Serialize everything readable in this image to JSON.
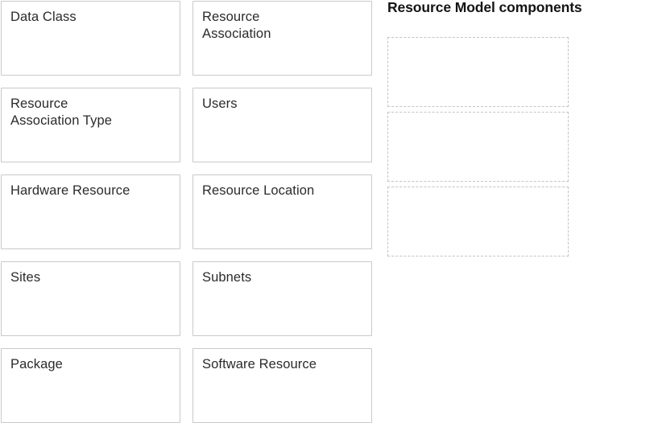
{
  "page": {
    "background_color": "#ffffff",
    "card_border_color": "#c9c9c9",
    "dropzone_border_color": "#c4c4c4",
    "text_color": "#2b2b2b",
    "title_color": "#141414"
  },
  "source_pool": {
    "columns": [
      {
        "name": "left-column",
        "cards": [
          {
            "label": "Data Class"
          },
          {
            "label": "Resource\nAssociation Type"
          },
          {
            "label": "Hardware Resource"
          },
          {
            "label": "Sites"
          },
          {
            "label": "Package"
          }
        ]
      },
      {
        "name": "right-column",
        "cards": [
          {
            "label": "Resource\nAssociation"
          },
          {
            "label": "Users"
          },
          {
            "label": "Resource Location"
          },
          {
            "label": "Subnets"
          },
          {
            "label": "Software Resource"
          }
        ]
      }
    ]
  },
  "target_area": {
    "title": "Resource Model components",
    "dropzones": [
      {
        "label": ""
      },
      {
        "label": ""
      },
      {
        "label": ""
      }
    ]
  }
}
